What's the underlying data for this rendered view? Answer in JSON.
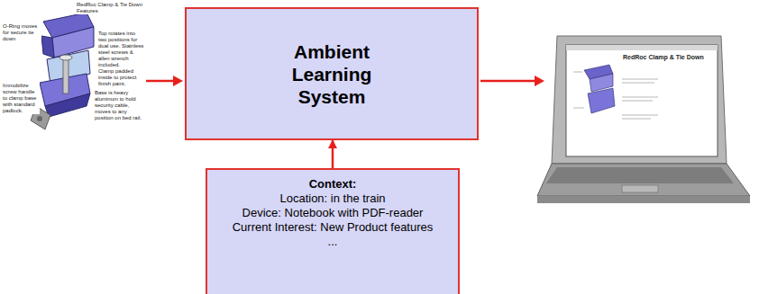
{
  "diagram": {
    "nodes": [
      {
        "text": [
          "Ambient Learning System"
        ]
      },
      {
        "text": [
          "Context:",
          "Location: in the train",
          "Device: Notebook with PDF-reader",
          "Current Interest: New Product features",
          "..."
        ]
      }
    ],
    "edges": [
      {
        "from": 1,
        "to": 0,
        "arrow": "to"
      }
    ],
    "labels": [
      "RedRoc Clamp & Tie Down Features",
      "O-Ring moves for secure tie down",
      "Top rotates into two positions for dual use. Stainless steel screws & allen wrench included.",
      "Clamp padded inside to protect finish paint.",
      "Base is heavy aluminum to hold security cable, moves to any position on bed rail.",
      "Immobilize screw handle to clamp base with standard padlock.",
      "RedRoc Clamp & Tie Down"
    ]
  }
}
